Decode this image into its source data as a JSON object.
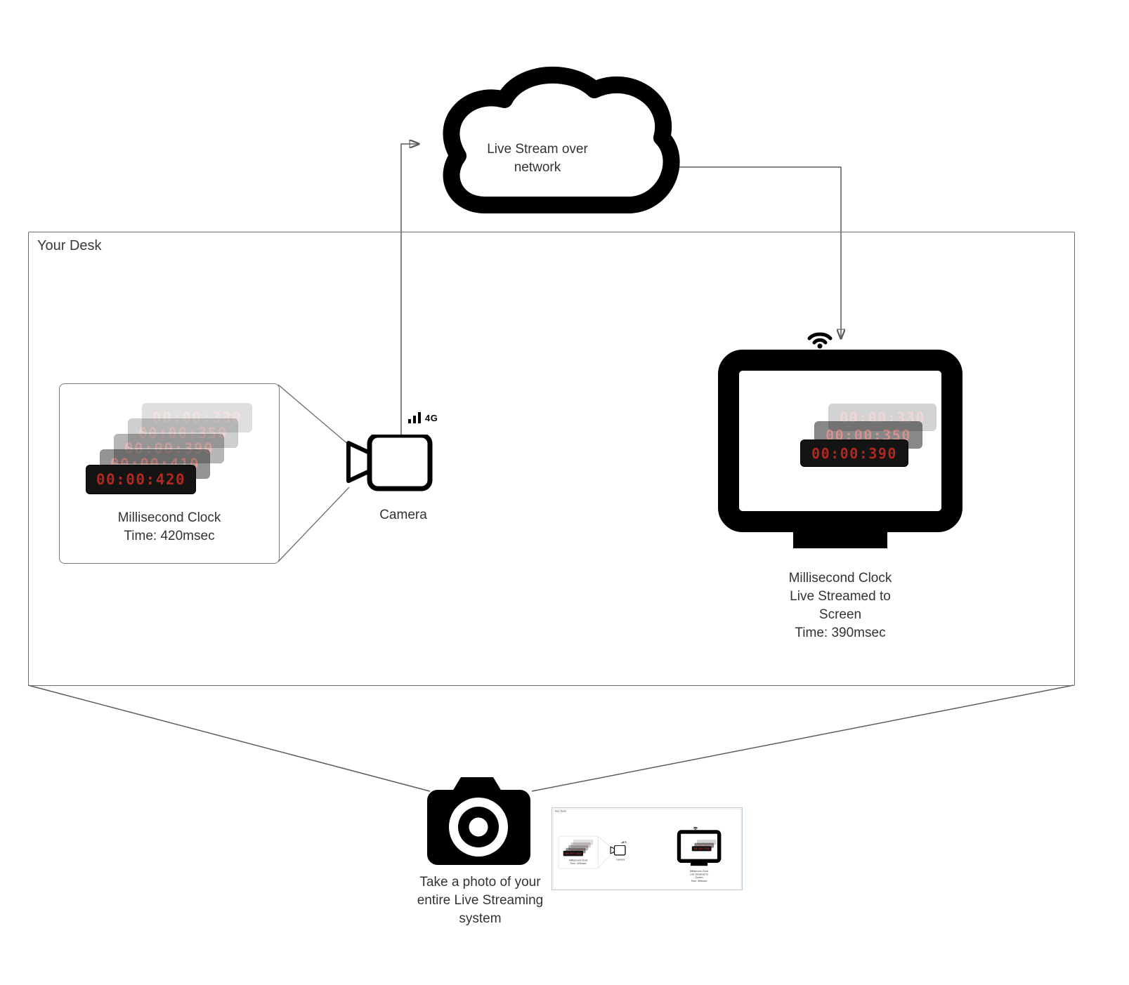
{
  "colors": {
    "clock_red": "#b0281f",
    "chip_bg": "#141414",
    "connector_gray": "#5b5b5b"
  },
  "icons": {
    "cloud": "cloud-icon",
    "video_camera": "video-camera-icon",
    "signal_bars": "signal-bars-icon",
    "wifi": "wifi-icon",
    "monitor": "monitor-icon",
    "photo_camera": "photo-camera-icon"
  },
  "cloud": {
    "label": "Live Stream over network"
  },
  "desk": {
    "label": "Your Desk"
  },
  "clock_box": {
    "stack": [
      "00:00:330",
      "00:00:350",
      "00:00:390",
      "00:00:410",
      "00:00:420"
    ],
    "caption": [
      "Millisecond Clock",
      "Time: 420msec"
    ]
  },
  "camera": {
    "label": "Camera",
    "network_badge": "4G"
  },
  "screen": {
    "stack": [
      "00:00:330",
      "00:00:350",
      "00:00:390"
    ],
    "caption": [
      "Millisecond Clock",
      "Live Streamed to",
      "Screen",
      "Time: 390msec"
    ]
  },
  "photo": {
    "caption": [
      "Take a photo of your",
      "entire Live Streaming",
      "system"
    ]
  }
}
